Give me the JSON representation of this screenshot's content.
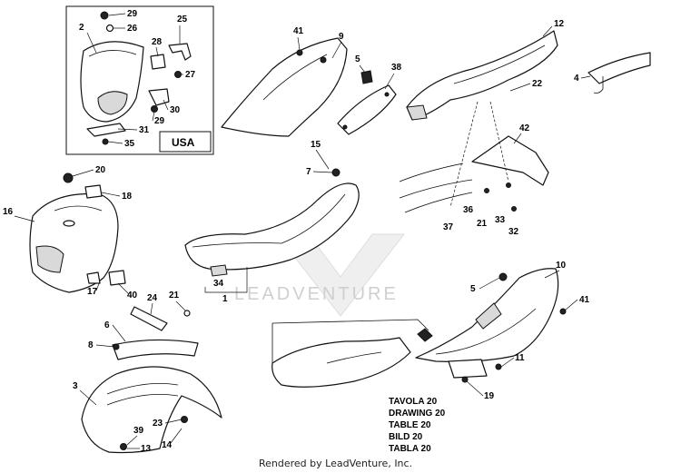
{
  "callouts": [
    "29",
    "26",
    "2",
    "25",
    "28",
    "27",
    "29",
    "30",
    "31",
    "35",
    "41",
    "9",
    "5",
    "38",
    "12",
    "4",
    "22",
    "42",
    "36",
    "21",
    "33",
    "37",
    "32",
    "15",
    "7",
    "20",
    "18",
    "16",
    "17",
    "40",
    "1",
    "34",
    "24",
    "21",
    "6",
    "8",
    "3",
    "23",
    "14",
    "39",
    "13",
    "10",
    "5",
    "41",
    "11",
    "19"
  ],
  "usa_label": "USA",
  "table_lines": [
    "TAVOLA 20",
    "DRAWING 20",
    "TABLE 20",
    "BILD 20",
    "TABLA 20"
  ],
  "watermark": "LEADVENTURE",
  "footer": "Rendered by LeadVenture, Inc."
}
